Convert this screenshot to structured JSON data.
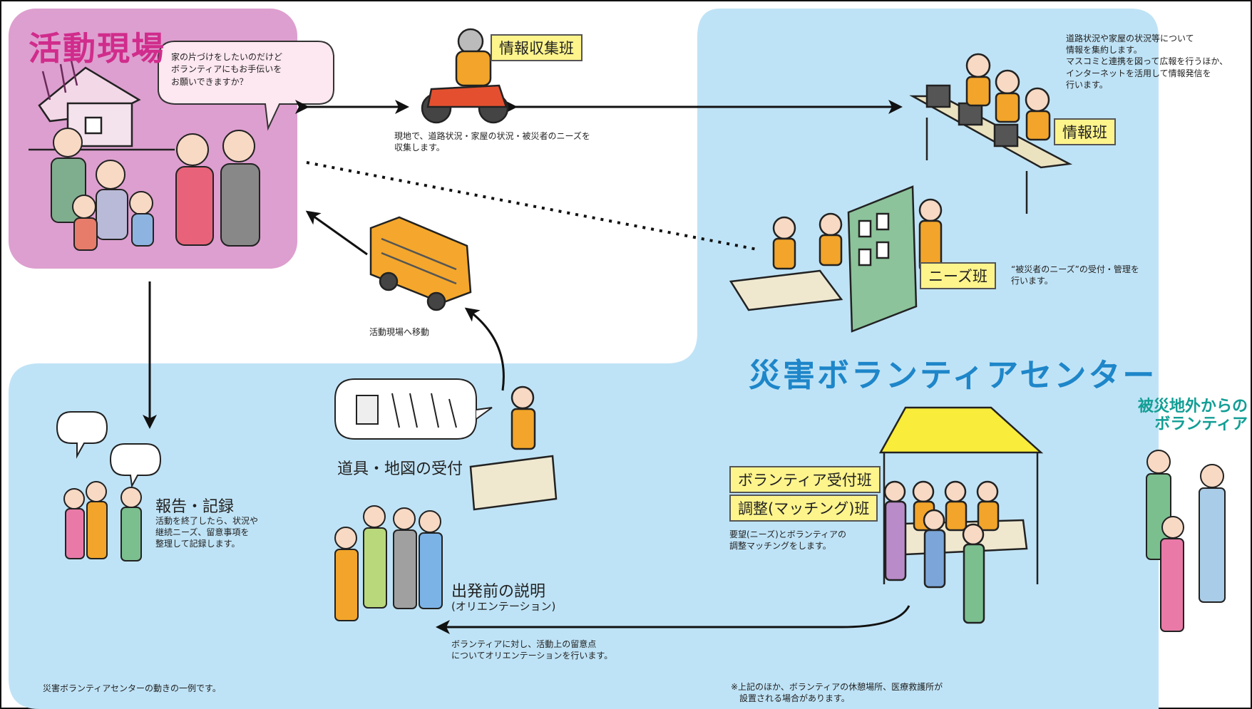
{
  "site": {
    "title": "活動現場",
    "speech": "家の片づけをしたいのだけど\nボランティアにもお手伝いを\nお願いできますか？"
  },
  "info_collection": {
    "label": "情報収集班",
    "desc": "現地で、道路状況・家屋の状況・被災者のニーズを\n収集します。"
  },
  "info_team": {
    "label": "情報班",
    "desc": "道路状況や家屋の状況等について\n情報を集約します。\nマスコミと連携を図って広報を行うほか、\nインターネットを活用して情報発信を\n行います。"
  },
  "needs_team": {
    "label": "ニーズ班",
    "desc": "“被災者のニーズ”の受付・管理を\n行います。"
  },
  "transport": {
    "label": "活動現場へ移動"
  },
  "center": {
    "title": "災害ボランティアセンター"
  },
  "outside": {
    "title": "被災地外からの\nボランティア"
  },
  "tools": {
    "label": "道具・地図の受付"
  },
  "report": {
    "label": "報告・記録",
    "desc": "活動を終了したら、状況や\n継続ニーズ、留意事項を\n整理して記録します。"
  },
  "reception": {
    "label1": "ボランティア受付班",
    "label2": "調整(マッチング)班",
    "desc": "要望(ニーズ)とボランティアの\n調整マッチングをします。"
  },
  "orientation": {
    "label": "出発前の説明",
    "sub": "(オリエンテーション)",
    "desc": "ボランティアに対し、活動上の留意点\nについてオリエンテーションを行います。"
  },
  "footnotes": {
    "left": "災害ボランティアセンターの動きの一例です。",
    "right": "※上記のほか、ボランティアの休憩場所、医療救護所が\n　設置される場合があります。"
  },
  "colors": {
    "center_bg": "#bfe3f6",
    "site_bg": "#dd9fcf",
    "label_bg": "#fdf48c",
    "site_title": "#d02c8c",
    "center_title": "#1e86c9",
    "outside_title": "#129e95",
    "staff_vest": "#f2a52a"
  }
}
